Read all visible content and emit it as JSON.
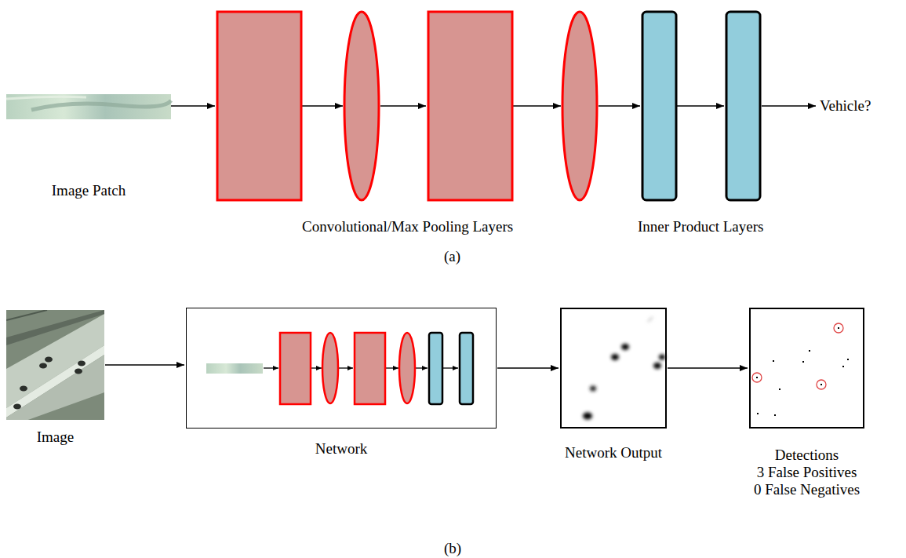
{
  "diagram": {
    "nodes": [
      {
        "text": [
          "Image Patch"
        ]
      },
      {
        "text": [
          "Image"
        ]
      },
      {
        "text": [
          "Network"
        ]
      },
      {
        "text": [
          "Network Output"
        ]
      },
      {
        "text": [
          "Detections",
          "3 False Positives",
          "0 False Negatives"
        ]
      }
    ],
    "edges": [
      {
        "from": 1,
        "to": 2,
        "arrow": "to"
      },
      {
        "from": 2,
        "to": 3,
        "arrow": "to"
      },
      {
        "from": 3,
        "to": 4,
        "arrow": "to"
      }
    ],
    "labels": [
      "Vehicle?",
      "Convolutional/Max Pooling Layers",
      "Inner Product Layers",
      "(a)",
      "(b)"
    ]
  }
}
